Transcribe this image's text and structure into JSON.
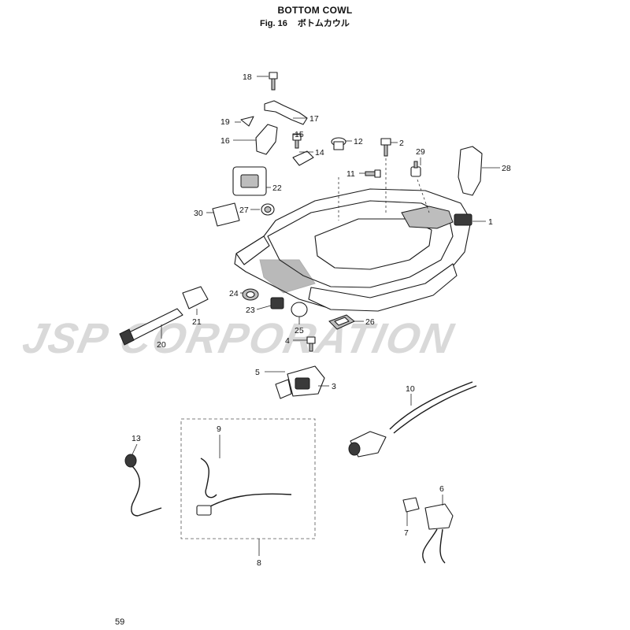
{
  "header": {
    "title": "BOTTOM COWL",
    "fig_label": "Fig. 16",
    "fig_title_jp": "ボトムカウル"
  },
  "watermark": "JSP CORPORATION",
  "page_number": "59",
  "callouts": [
    "1",
    "2",
    "3",
    "4",
    "5",
    "6",
    "7",
    "8",
    "9",
    "10",
    "11",
    "12",
    "13",
    "14",
    "15",
    "16",
    "17",
    "18",
    "19",
    "20",
    "21",
    "22",
    "23",
    "24",
    "25",
    "26",
    "27",
    "28",
    "29",
    "30"
  ]
}
